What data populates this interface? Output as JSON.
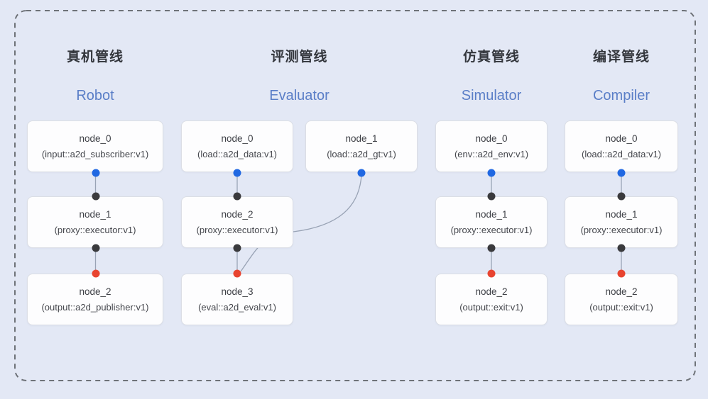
{
  "diagram": {
    "background_color": "#e3e8f5",
    "frame_border_color": "#6e7278",
    "edge_color": "#99a3b5",
    "port_colors": {
      "source_output": "#2068e2",
      "proxy_port": "#3a3a3d",
      "sink_input": "#e84430"
    },
    "pipelines": [
      {
        "id": "robot",
        "title_cn": "真机管线",
        "title_en": "Robot",
        "nodes": [
          {
            "name": "node_0",
            "type": "(input::a2d_subscriber:v1)"
          },
          {
            "name": "node_1",
            "type": "(proxy::executor:v1)"
          },
          {
            "name": "node_2",
            "type": "(output::a2d_publisher:v1)"
          }
        ],
        "edges": [
          "node_0 -> node_1",
          "node_1 -> node_2"
        ]
      },
      {
        "id": "evaluator",
        "title_cn": "评测管线",
        "title_en": "Evaluator",
        "nodes": [
          {
            "name": "node_0",
            "type": "(load::a2d_data:v1)"
          },
          {
            "name": "node_1",
            "type": "(load::a2d_gt:v1)"
          },
          {
            "name": "node_2",
            "type": "(proxy::executor:v1)"
          },
          {
            "name": "node_3",
            "type": "(eval::a2d_eval:v1)"
          }
        ],
        "edges": [
          "node_0 -> node_2",
          "node_2 -> node_3",
          "node_1 -> node_3"
        ]
      },
      {
        "id": "simulator",
        "title_cn": "仿真管线",
        "title_en": "Simulator",
        "nodes": [
          {
            "name": "node_0",
            "type": "(env::a2d_env:v1)"
          },
          {
            "name": "node_1",
            "type": "(proxy::executor:v1)"
          },
          {
            "name": "node_2",
            "type": "(output::exit:v1)"
          }
        ],
        "edges": [
          "node_0 -> node_1",
          "node_1 -> node_2"
        ]
      },
      {
        "id": "compiler",
        "title_cn": "编译管线",
        "title_en": "Compiler",
        "nodes": [
          {
            "name": "node_0",
            "type": "(load::a2d_data:v1)"
          },
          {
            "name": "node_1",
            "type": "(proxy::executor:v1)"
          },
          {
            "name": "node_2",
            "type": "(output::exit:v1)"
          }
        ],
        "edges": [
          "node_0 -> node_1",
          "node_1 -> node_2"
        ]
      }
    ]
  }
}
